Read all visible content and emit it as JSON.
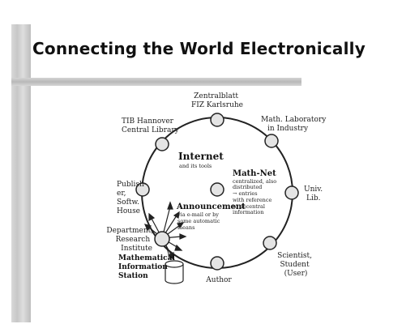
{
  "slide": {
    "title": "Connecting the World Electronically"
  },
  "diagram": {
    "nodes": {
      "zentralblatt": [
        "Zentralblatt",
        "FIZ Karlsruhe"
      ],
      "tib": [
        "TIB Hannover",
        "Central Library"
      ],
      "math_lab": [
        "Math. Laboratory",
        "in Industry"
      ],
      "publisher": [
        "Publish-",
        "er,",
        "Softw.",
        "House"
      ],
      "univ": [
        "Univ.",
        "Lib."
      ],
      "department": [
        "Department,",
        "Research",
        "Institute"
      ],
      "scientist": [
        "Scientist,",
        "Student",
        "(User)"
      ],
      "author": [
        "Author"
      ]
    },
    "internet": {
      "title": "Internet",
      "subtitle": "and its tools"
    },
    "math_net": {
      "title": "Math-Net",
      "lines": [
        "centralized, also",
        "distributed",
        "→ entries",
        "with reference",
        "to decentral",
        "information"
      ]
    },
    "announcement": {
      "title": "Announcement",
      "lines": [
        "via e-mail or by",
        "some automatic",
        "means"
      ]
    },
    "station": {
      "lines": [
        "Mathematical",
        "Information",
        "Station"
      ]
    }
  }
}
